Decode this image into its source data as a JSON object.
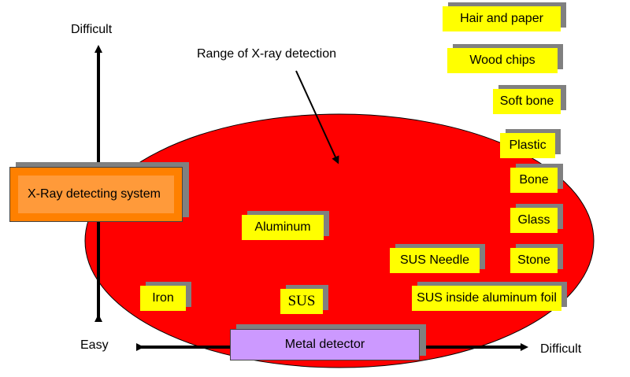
{
  "axes": {
    "y_top_label": "Difficult",
    "x_left_label": "Easy",
    "x_right_label": "Difficult"
  },
  "range": {
    "label": "Range of X-ray detection",
    "color": "#ff0000"
  },
  "systems": {
    "xray": "X-Ray detecting system",
    "metal": "Metal detector"
  },
  "contaminants": {
    "hair_paper": "Hair and paper",
    "wood_chips": "Wood chips",
    "soft_bone": "Soft bone",
    "plastic": "Plastic",
    "bone": "Bone",
    "glass": "Glass",
    "stone": "Stone",
    "aluminum": "Aluminum",
    "sus_needle": "SUS  Needle",
    "sus_foil": "SUS  inside aluminum foil",
    "iron": "Iron",
    "sus": "SUS"
  },
  "colors": {
    "tag": "#ffff00",
    "shadow": "#808080",
    "xray_box": "#ff8000",
    "metal_box": "#cc99ff"
  }
}
